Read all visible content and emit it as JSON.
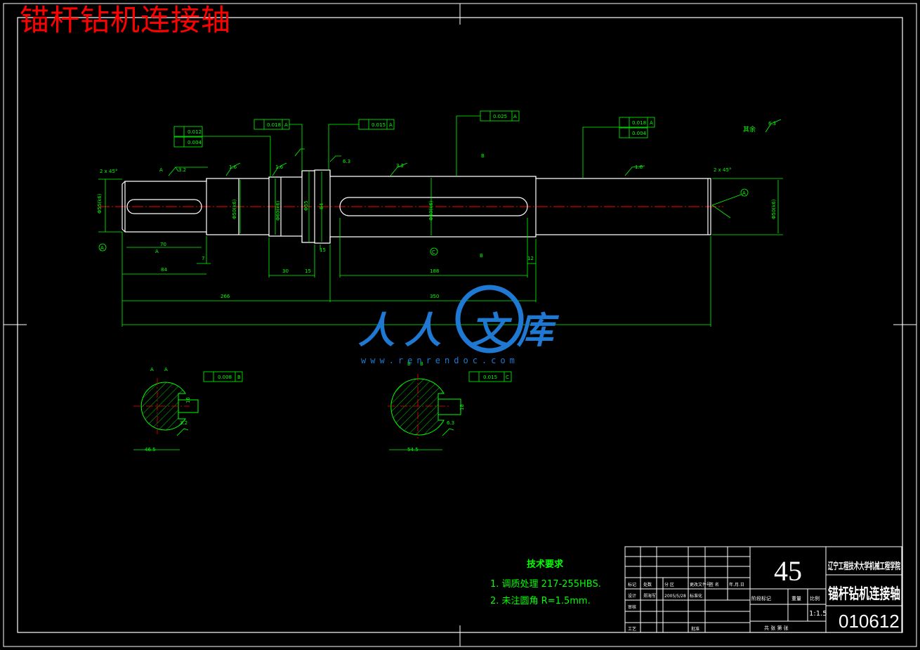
{
  "title": "锚杆钻机连接轴",
  "drawing": {
    "dims": {
      "d1": "Φ55(k6)",
      "d2": "Φ50(k6)",
      "d3": "Φ60(k6)",
      "d4": "Φ55",
      "d5": "64",
      "d6": "Φ60(k6)",
      "d7": "Φ50(k6)",
      "l_84": "84",
      "l_7": "7",
      "l_70": "70",
      "l_30": "30",
      "l_15a": "15",
      "l_15b": "15",
      "l_188": "188",
      "l_12": "12",
      "l_266": "266",
      "l_350": "350",
      "sec1_w": "46.5",
      "sec2_w": "54.5",
      "sec1_key": "16",
      "sec2_key": "18"
    },
    "tol": {
      "t1": "0.012",
      "t2": "0.004",
      "t3": "0.018",
      "t4": "0.015",
      "t5": "0.025",
      "t6": "0.018",
      "t7": "0.004",
      "sec1_tol": "0.008",
      "sec2_tol": "0.015",
      "ref_a": "A",
      "ref_b": "B",
      "ref_c": "C"
    },
    "rough": {
      "r1": "3.2",
      "r2": "1.6",
      "r3": "1.6",
      "r4": "3.2",
      "r5": "1.6",
      "r6": "6.3",
      "r7": "3.2",
      "r8": "6.3",
      "rest_label": "其余",
      "rest_val": "6.3"
    },
    "chamfer_l": "2 x 45°",
    "chamfer_r": "2 x 45°",
    "labels": {
      "A": "A",
      "B": "B",
      "C": "C"
    }
  },
  "tech": {
    "title": "技术要求",
    "items": [
      "1. 调质处理  217-255HBS.",
      "2. 未注圆角  R=1.5mm."
    ]
  },
  "watermark": {
    "chars": [
      "人",
      "人",
      "文",
      "库"
    ],
    "url": "www.renrendoc.com"
  },
  "title_block": {
    "material": "45",
    "school": "辽宁工程技术大学机械工程学院",
    "part_name": "锚杆钻机连接轴",
    "drawing_no": "010612",
    "scale": "1:1.5",
    "h_stage": "阶段标记",
    "h_weight": "重量",
    "h_scale": "比例",
    "h_sheets": "共   张   第   张",
    "r_mark": "标记",
    "r_count": "处数",
    "r_zone": "分  区",
    "r_docno": "更改文件号",
    "r_sign": "签  名",
    "r_date": "年.月.日",
    "r_design": "设计",
    "r_designer": "郑海军",
    "r_ddate": "2005/5/28",
    "r_std": "标准化",
    "r_review": "审核",
    "r_process": "工艺",
    "r_approve": "批准"
  },
  "colors": {
    "bg": "#000000",
    "outline": "#ffffff",
    "dimension": "#00ff00",
    "centerline": "#ff0000",
    "title": "#ff0000",
    "watermark": "#1f78d2"
  }
}
